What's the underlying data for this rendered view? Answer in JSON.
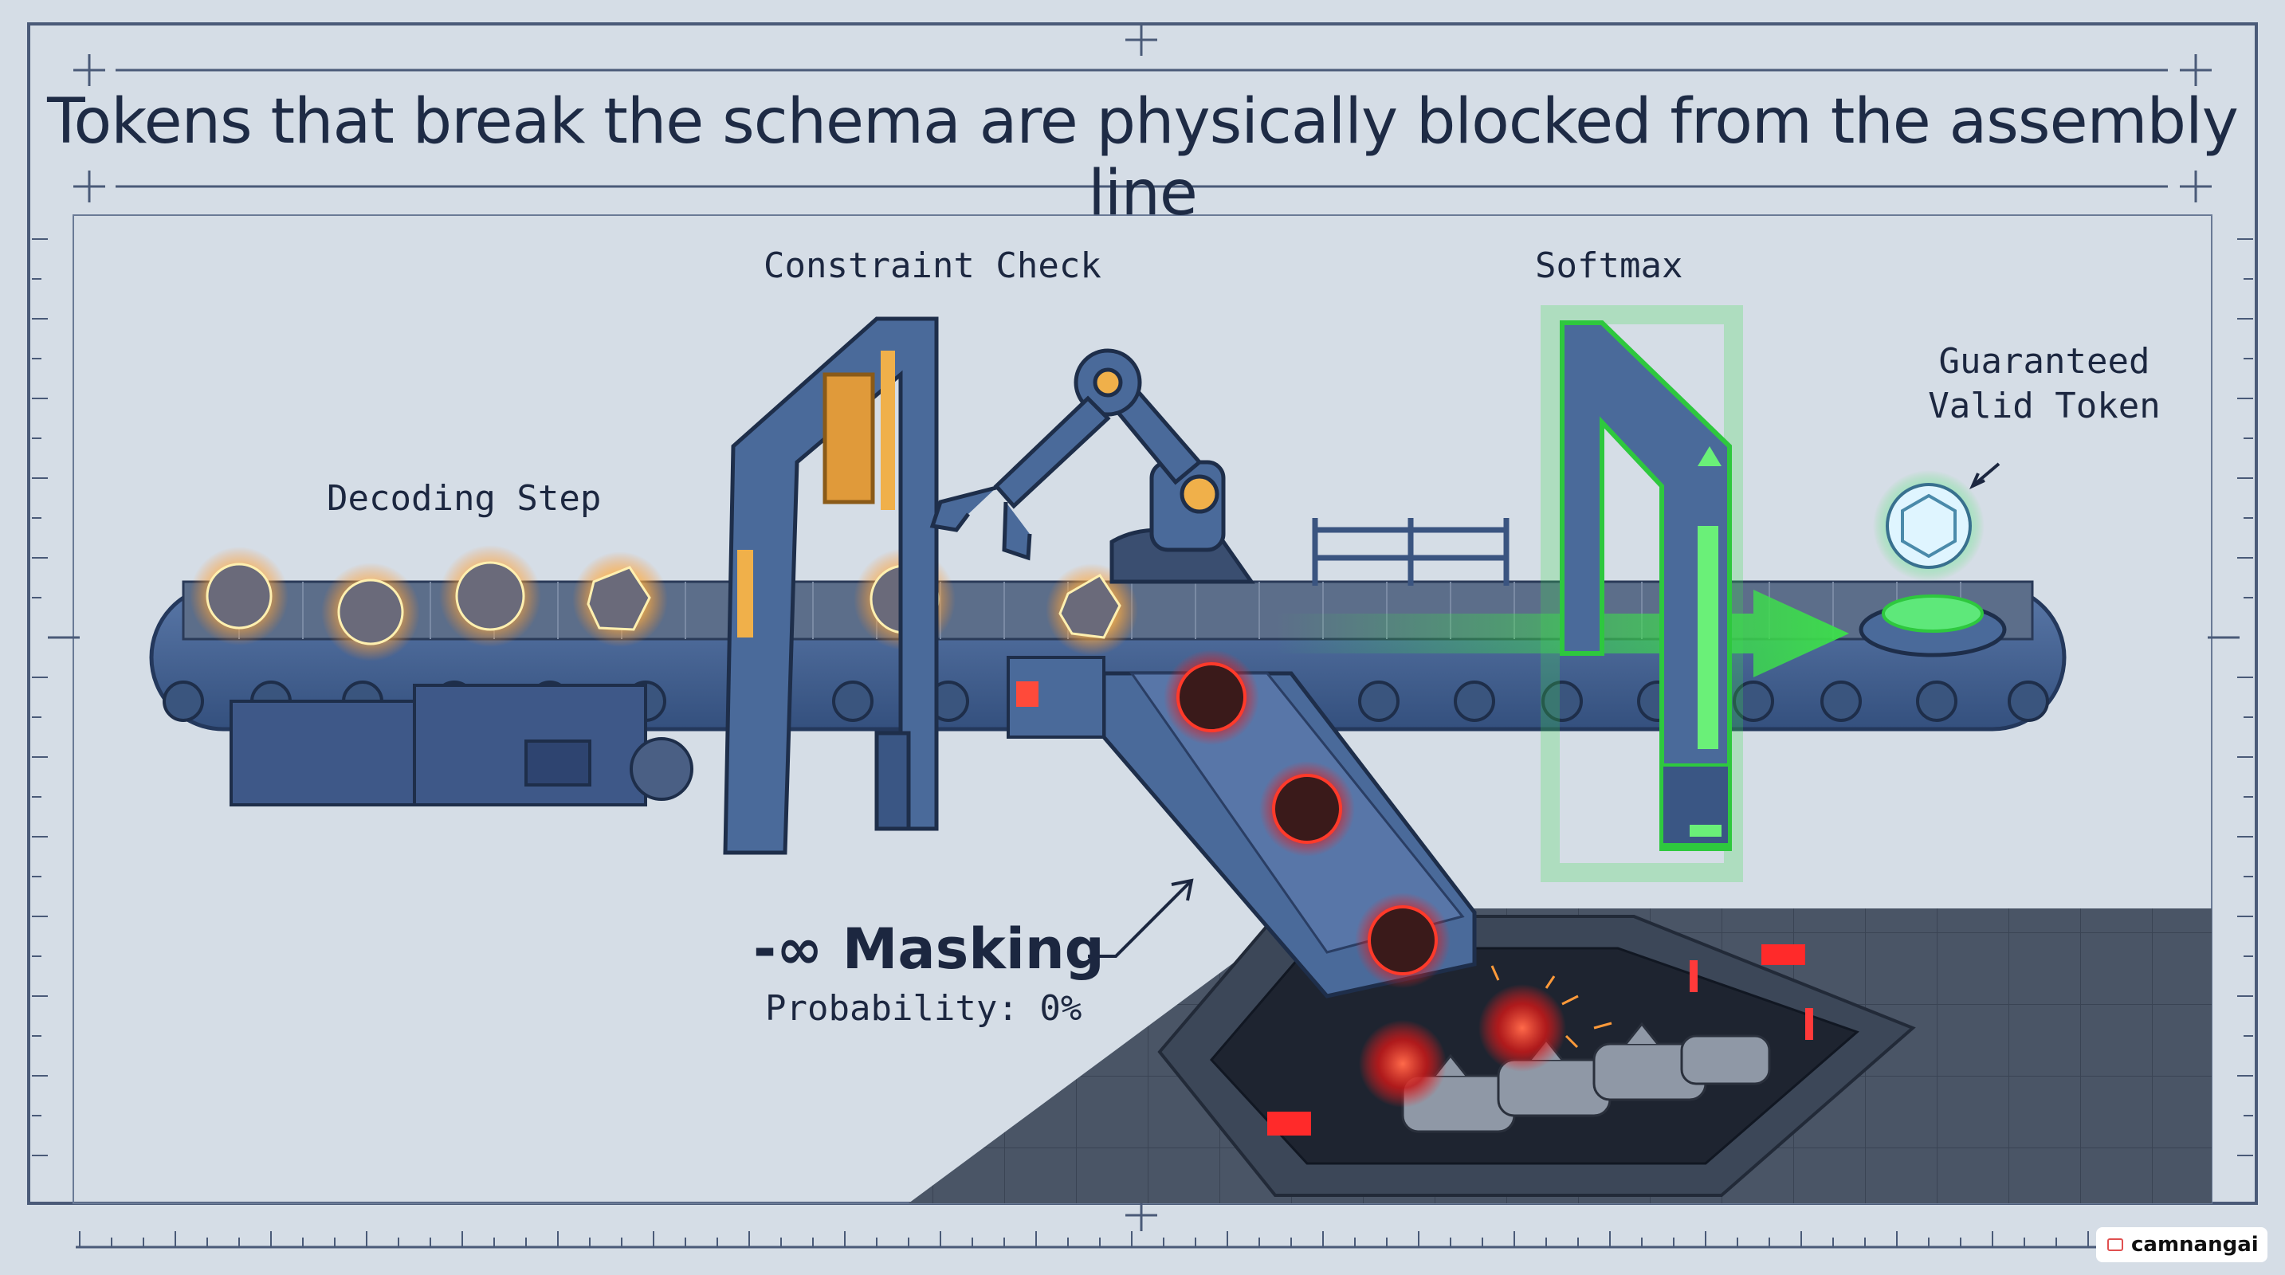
{
  "title": "Tokens that break the schema are physically blocked from the assembly line",
  "labels": {
    "decoding_step": "Decoding Step",
    "constraint_check": "Constraint Check",
    "softmax": "Softmax",
    "guaranteed_line1": "Guaranteed",
    "guaranteed_line2": "Valid Token",
    "masking": "-∞ Masking",
    "probability": "Probability: 0%"
  },
  "watermark": "camnangai",
  "colors": {
    "background": "#d5dde6",
    "steel": "#4a6a9a",
    "token_glow": "#ffb84a",
    "rejected_red": "#e02828",
    "valid_green": "#3ce04a",
    "ink": "#1c2740"
  },
  "icons": {
    "robot_arm": "robot-arm-icon",
    "valid_token": "hexagon-crystal-icon",
    "shredder": "shredder-icon"
  }
}
